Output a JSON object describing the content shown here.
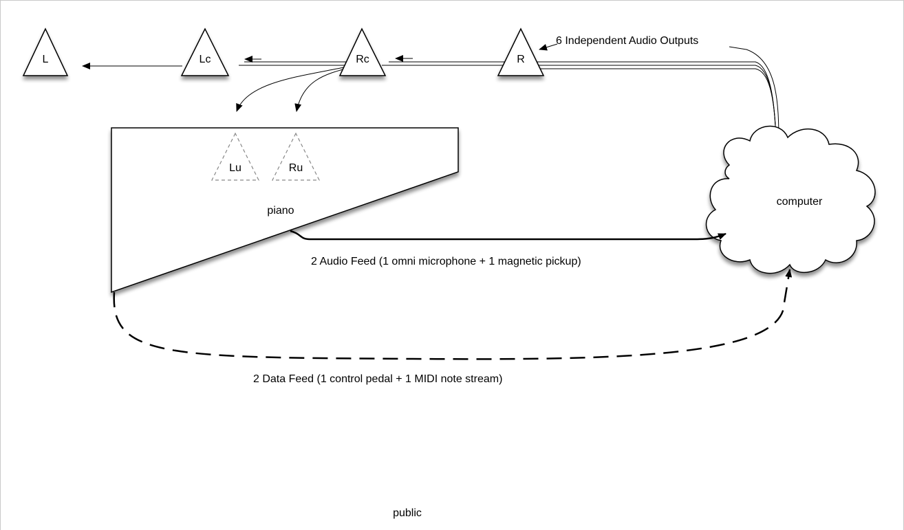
{
  "speakers": {
    "L": "L",
    "Lc": "Lc",
    "Rc": "Rc",
    "R": "R"
  },
  "internal_speakers": {
    "Lu": "Lu",
    "Ru": "Ru"
  },
  "labels": {
    "outputs": "6 Independent Audio Outputs",
    "piano": "piano",
    "computer": "computer",
    "audio_feed": "2 Audio Feed (1 omni microphone + 1 magnetic pickup)",
    "data_feed": "2 Data Feed (1 control pedal + 1 MIDI note stream)",
    "public": "public"
  }
}
